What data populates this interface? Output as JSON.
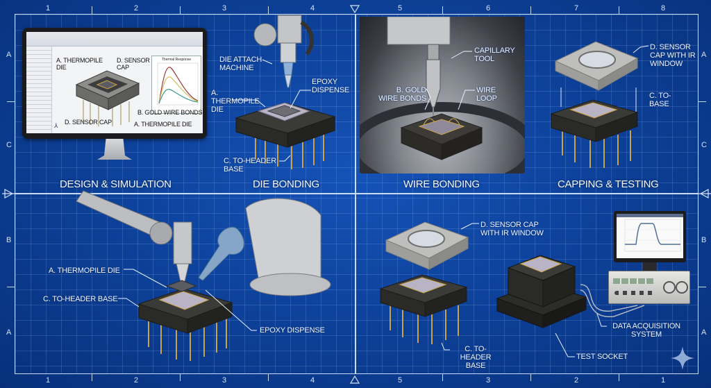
{
  "rulers": {
    "top": [
      "1",
      "2",
      "3",
      "4",
      "5",
      "6",
      "7",
      "8"
    ],
    "bottom": [
      "1",
      "2",
      "3",
      "4",
      "5",
      "3",
      "2",
      "1"
    ],
    "left": [
      "A",
      "C",
      "B",
      "A"
    ],
    "right": [
      "A",
      "C",
      "B",
      "A"
    ]
  },
  "sections": {
    "design": {
      "title": "DESIGN & SIMULATION",
      "cad_labels": {
        "thermopile_die_top": "A. THERMOPILE DIE",
        "sensor_cap_top": "D. SENSOR CAP",
        "gold_wire_bonds": "B. GOLD WIRE BONDS",
        "sensor_cap_bottom": "D. SENSOR CAP",
        "thermopile_die_bottom": "A. THERMOPILE DIE"
      },
      "chart_title": "Thermal Response"
    },
    "die_bonding": {
      "title": "DIE BONDING",
      "labels": {
        "die_attach_machine": "DIE ATTACH MACHINE",
        "epoxy_dispense": "EPOXY DISPENSE",
        "thermopile_die": "A. THERMOPILE DIE",
        "to_header_base": "C. TO-HEADER BASE"
      }
    },
    "wire_bonding": {
      "title": "WIRE BONDING",
      "labels": {
        "capillary_tool": "CAPILLARY TOOL",
        "gold_wire_bonds": "B. GOLD WIRE BONDS",
        "wire_loop": "WIRE LOOP"
      }
    },
    "capping_testing": {
      "title": "CAPPING & TESTING",
      "labels": {
        "sensor_cap_ir": "D. SENSOR CAP WITH IR WINDOW",
        "to_base": "C. TO-BASE"
      }
    },
    "bottom_left": {
      "labels": {
        "thermopile_die": "A. THERMOPILE DIE",
        "to_header_base": "C. TO-HEADER BASE",
        "epoxy_dispense": "EPOXY DISPENSE"
      }
    },
    "bottom_right": {
      "labels": {
        "sensor_cap_ir": "D. SENSOR CAP WITH IR WINDOW",
        "to_header_base": "C. TO-HEADER BASE",
        "data_acquisition": "DATA ACQUISITION SYSTEM",
        "test_socket": "TEST SOCKET"
      }
    }
  },
  "colors": {
    "background": "#0c3f96",
    "grid_line": "#c9dcf5",
    "gold": "#c9a24a",
    "header_body": "#2e2e2a",
    "cap_metal": "#c8c8c4"
  }
}
